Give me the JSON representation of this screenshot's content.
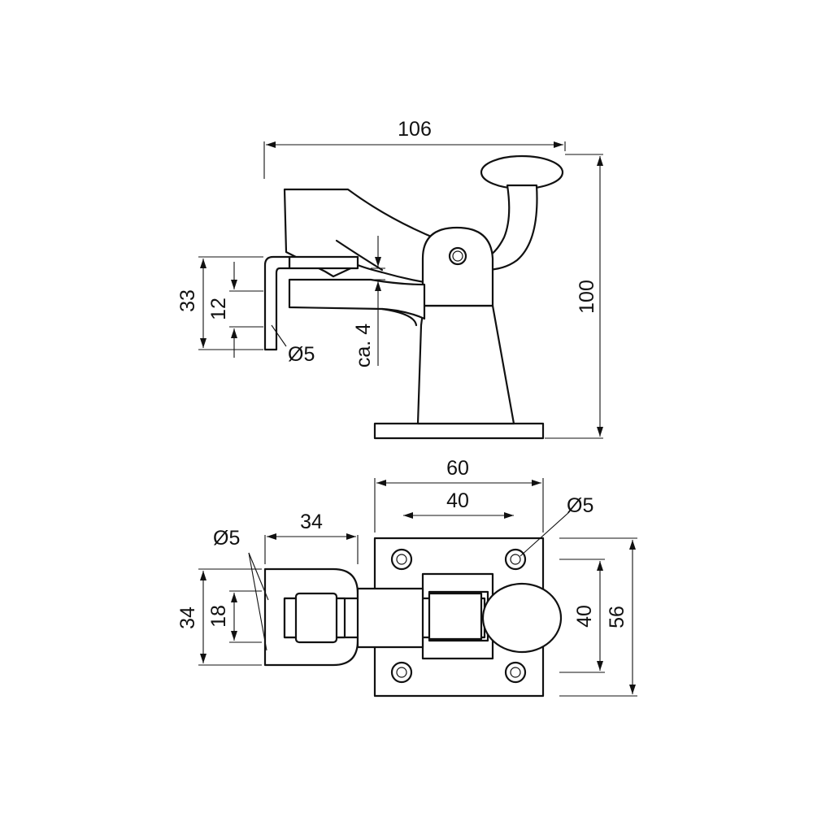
{
  "side_view": {
    "dim_total_width": "106",
    "dim_total_height": "100",
    "dim_hook_height": "33",
    "dim_hook_gap": "12",
    "dim_hook_gap_approx": "ca. 4",
    "dim_hook_diameter": "Ø5"
  },
  "top_view": {
    "dim_plate_width": "60",
    "dim_hole_spacing_x": "40",
    "dim_hole_diameter": "Ø5",
    "dim_keeper_width": "34",
    "dim_keeper_diameter": "Ø5",
    "dim_keeper_height": "34",
    "dim_keeper_inner": "18",
    "dim_hole_spacing_y": "40",
    "dim_plate_height": "56"
  }
}
